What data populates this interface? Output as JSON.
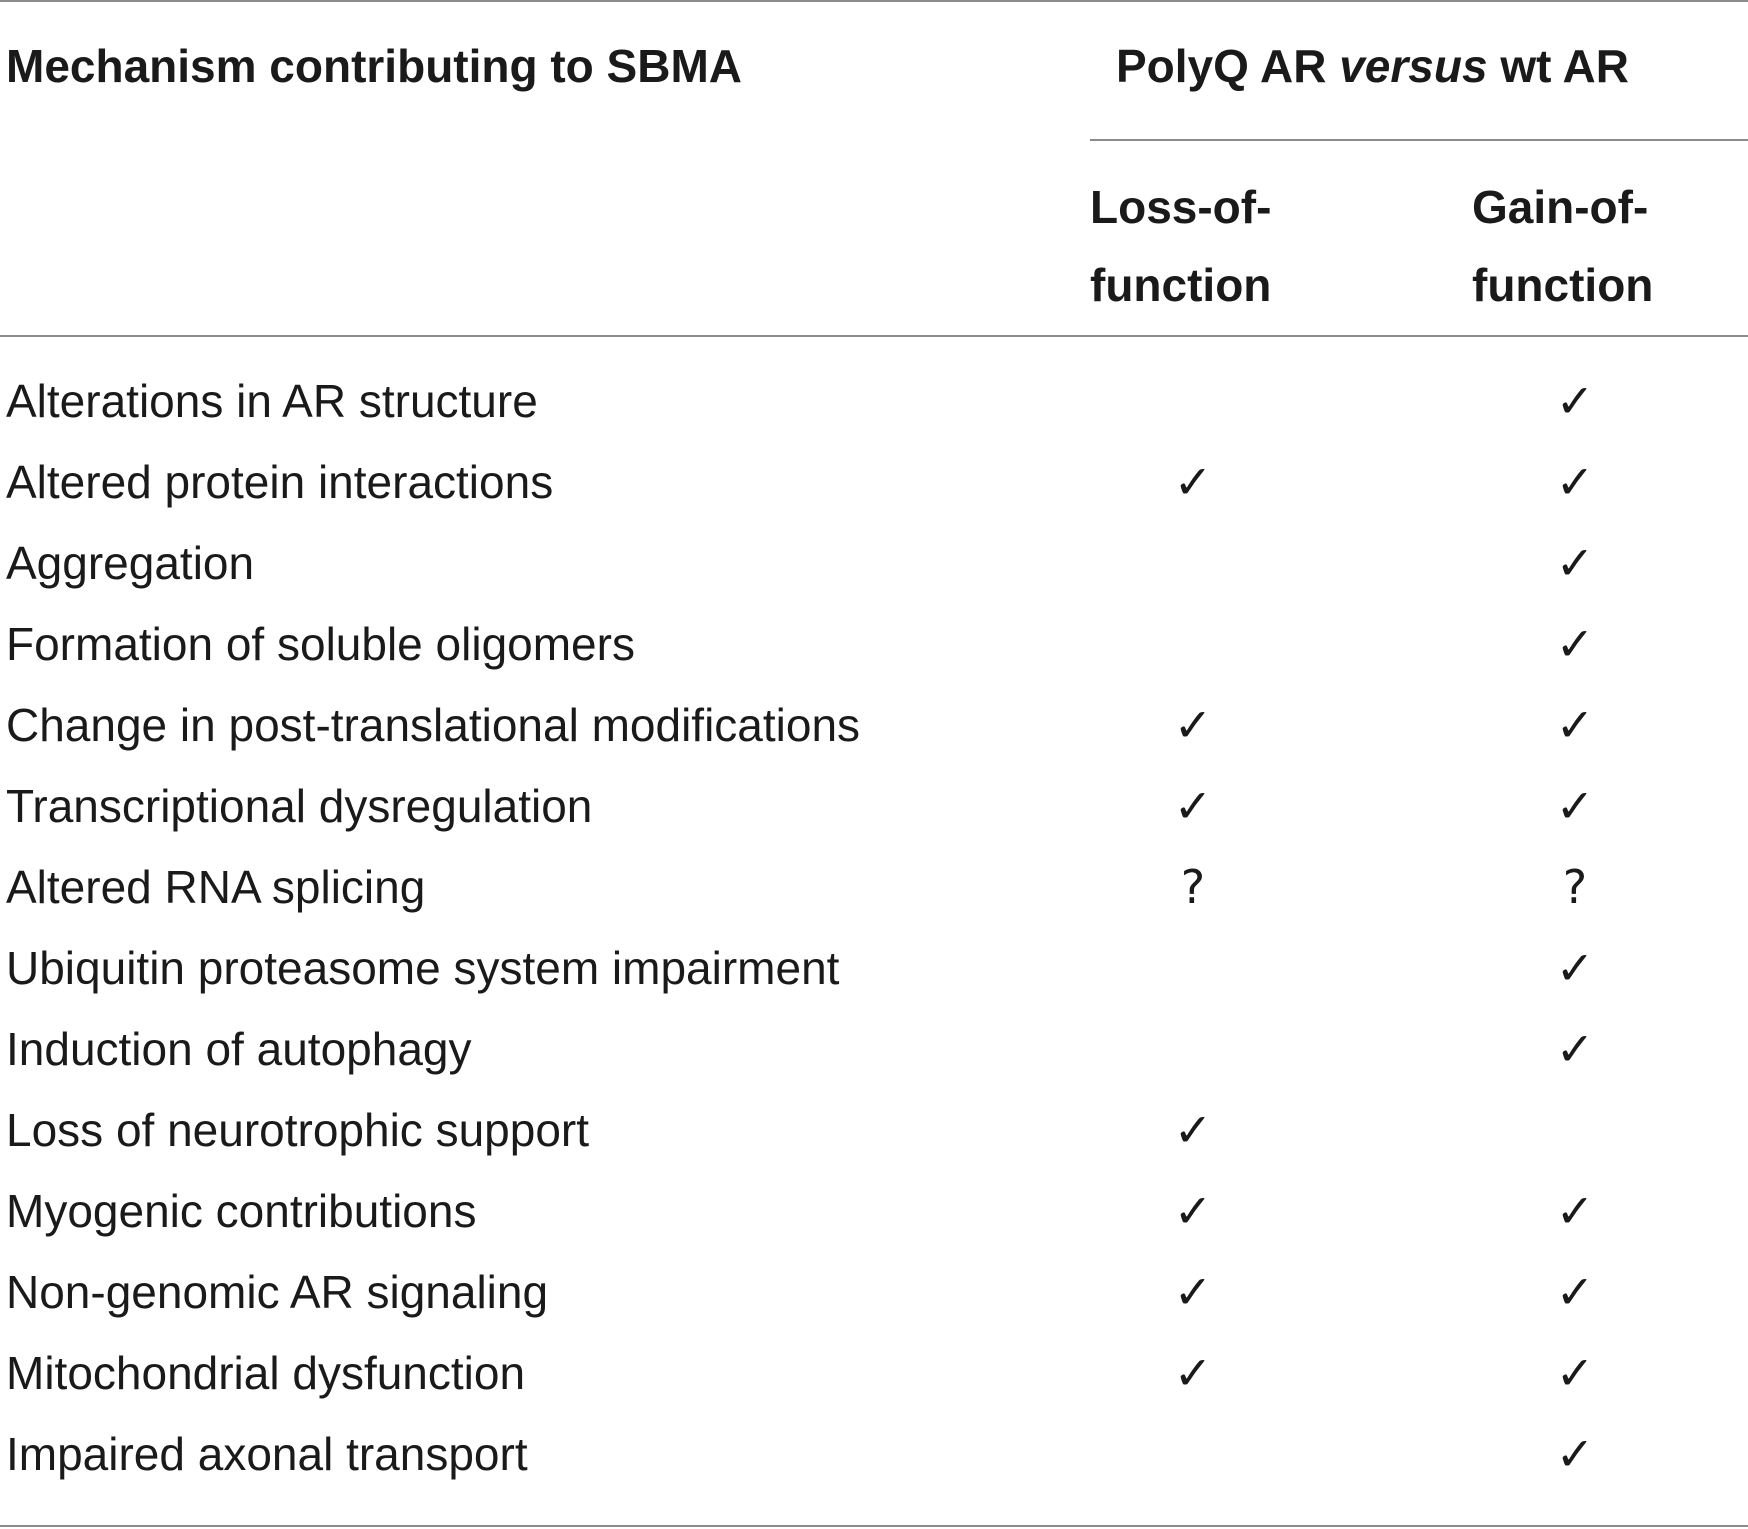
{
  "table": {
    "header": {
      "mechanism": "Mechanism contributing to SBMA",
      "group_part1": "PolyQ AR ",
      "group_italic": "versus",
      "group_part2": " wt AR",
      "loss": "Loss-of-function",
      "gain": "Gain-of-function"
    },
    "rows": [
      {
        "mechanism": "Alterations in AR structure",
        "loss": "",
        "gain": "✓"
      },
      {
        "mechanism": "Altered protein interactions",
        "loss": "✓",
        "gain": "✓"
      },
      {
        "mechanism": "Aggregation",
        "loss": "",
        "gain": "✓"
      },
      {
        "mechanism": "Formation of soluble oligomers",
        "loss": "",
        "gain": "✓"
      },
      {
        "mechanism": "Change in post-translational modifications",
        "loss": "✓",
        "gain": "✓"
      },
      {
        "mechanism": "Transcriptional dysregulation",
        "loss": "✓",
        "gain": "✓"
      },
      {
        "mechanism": "Altered RNA splicing",
        "loss": "?",
        "gain": "?"
      },
      {
        "mechanism": "Ubiquitin proteasome system impairment",
        "loss": "",
        "gain": "✓"
      },
      {
        "mechanism": "Induction of autophagy",
        "loss": "",
        "gain": "✓"
      },
      {
        "mechanism": "Loss of neurotrophic support",
        "loss": "✓",
        "gain": ""
      },
      {
        "mechanism": "Myogenic contributions",
        "loss": "✓",
        "gain": "✓"
      },
      {
        "mechanism": "Non-genomic AR signaling",
        "loss": "✓",
        "gain": "✓"
      },
      {
        "mechanism": "Mitochondrial dysfunction",
        "loss": "✓",
        "gain": "✓"
      },
      {
        "mechanism": "Impaired axonal transport",
        "loss": "",
        "gain": "✓"
      }
    ]
  }
}
